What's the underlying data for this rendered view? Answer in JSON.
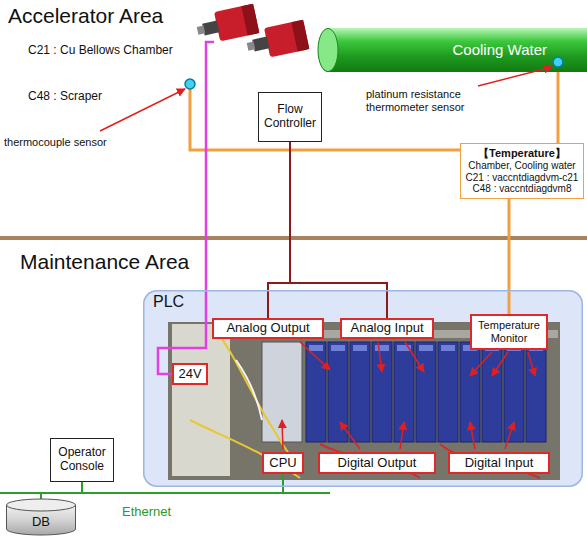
{
  "diagram": {
    "nodes": [
      {
        "text": [
          "Cooling Water"
        ]
      },
      {
        "text": [
          "Flow Controller"
        ]
      },
      {
        "text": [
          "【Temperature】",
          "Chamber, Cooling water",
          "C21 : vaccntdiagdvm-c21",
          "C48 : vaccntdiagdvm8"
        ]
      },
      {
        "text": [
          "PLC"
        ]
      },
      {
        "text": [
          "Analog Output"
        ],
        "in": 3
      },
      {
        "text": [
          "Analog Input"
        ],
        "in": 3
      },
      {
        "text": [
          "Temperature Monitor"
        ],
        "in": 3
      },
      {
        "text": [
          "24V"
        ],
        "in": 3
      },
      {
        "text": [
          "CPU"
        ],
        "in": 3
      },
      {
        "text": [
          "Digital Output"
        ],
        "in": 3
      },
      {
        "text": [
          "Digital Input"
        ],
        "in": 3
      },
      {
        "text": [
          "Operator Console"
        ]
      },
      {
        "text": [
          "DB"
        ]
      }
    ],
    "edges": [
      {
        "from": 1,
        "to": 4,
        "arrow": "none"
      },
      {
        "from": 1,
        "to": 5,
        "arrow": "none"
      },
      {
        "from": 2,
        "to": 6,
        "arrow": "none"
      },
      {
        "from": 2,
        "to": 0,
        "arrow": "none"
      },
      {
        "from": 8,
        "to": 11,
        "arrow": "none"
      },
      {
        "from": 8,
        "to": 12,
        "arrow": "none"
      }
    ],
    "labels": [
      "Accelerator Area",
      "C21 : Cu Bellows Chamber",
      "C48 : Scraper",
      "thermocouple sensor",
      "platinum resistance thermometer sensor",
      "Maintenance Area",
      "Ethernet"
    ]
  }
}
